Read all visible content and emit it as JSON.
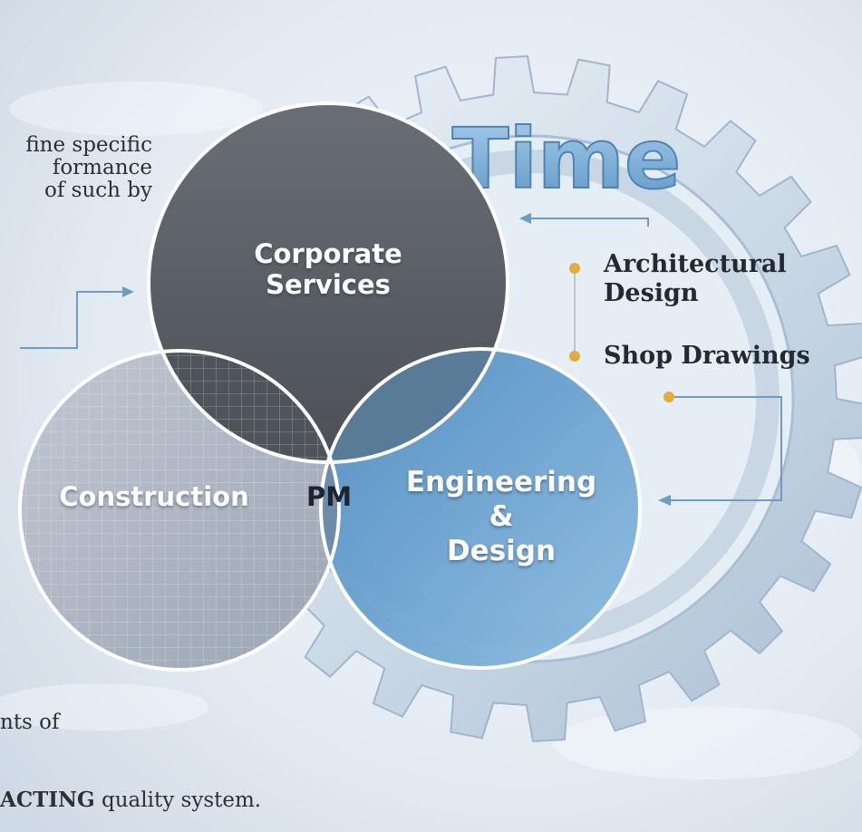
{
  "colors": {
    "background": "#e4ecf3",
    "corporate_circle": "#5b5f66",
    "construction_circle": "#a9b3c0",
    "engineering_circle": "#5f98c8",
    "intersection": "#4a5d70",
    "gear": "#cfdce8",
    "arrow": "#6f9cc4",
    "bullet": "#e4ad3b",
    "time_text": "#7fb0d8"
  },
  "gear": {
    "title": "Time",
    "icon": "gear-icon"
  },
  "circles": {
    "corporate": {
      "line1": "Corporate",
      "line2": "Services"
    },
    "construction": {
      "label": "Construction"
    },
    "engineering": {
      "line1": "Engineering",
      "line2": "&",
      "line3": "Design"
    },
    "center": {
      "label": "PM"
    }
  },
  "bullets": [
    {
      "line1": "Architectural",
      "line2": "Design"
    },
    {
      "line1": "Shop Drawings"
    }
  ],
  "text_fragments": {
    "top": [
      "fine specific",
      "formance",
      "of such by"
    ],
    "bottom_line1": "nts of",
    "bottom_bold": "ACTING",
    "bottom_rest": " quality system."
  }
}
